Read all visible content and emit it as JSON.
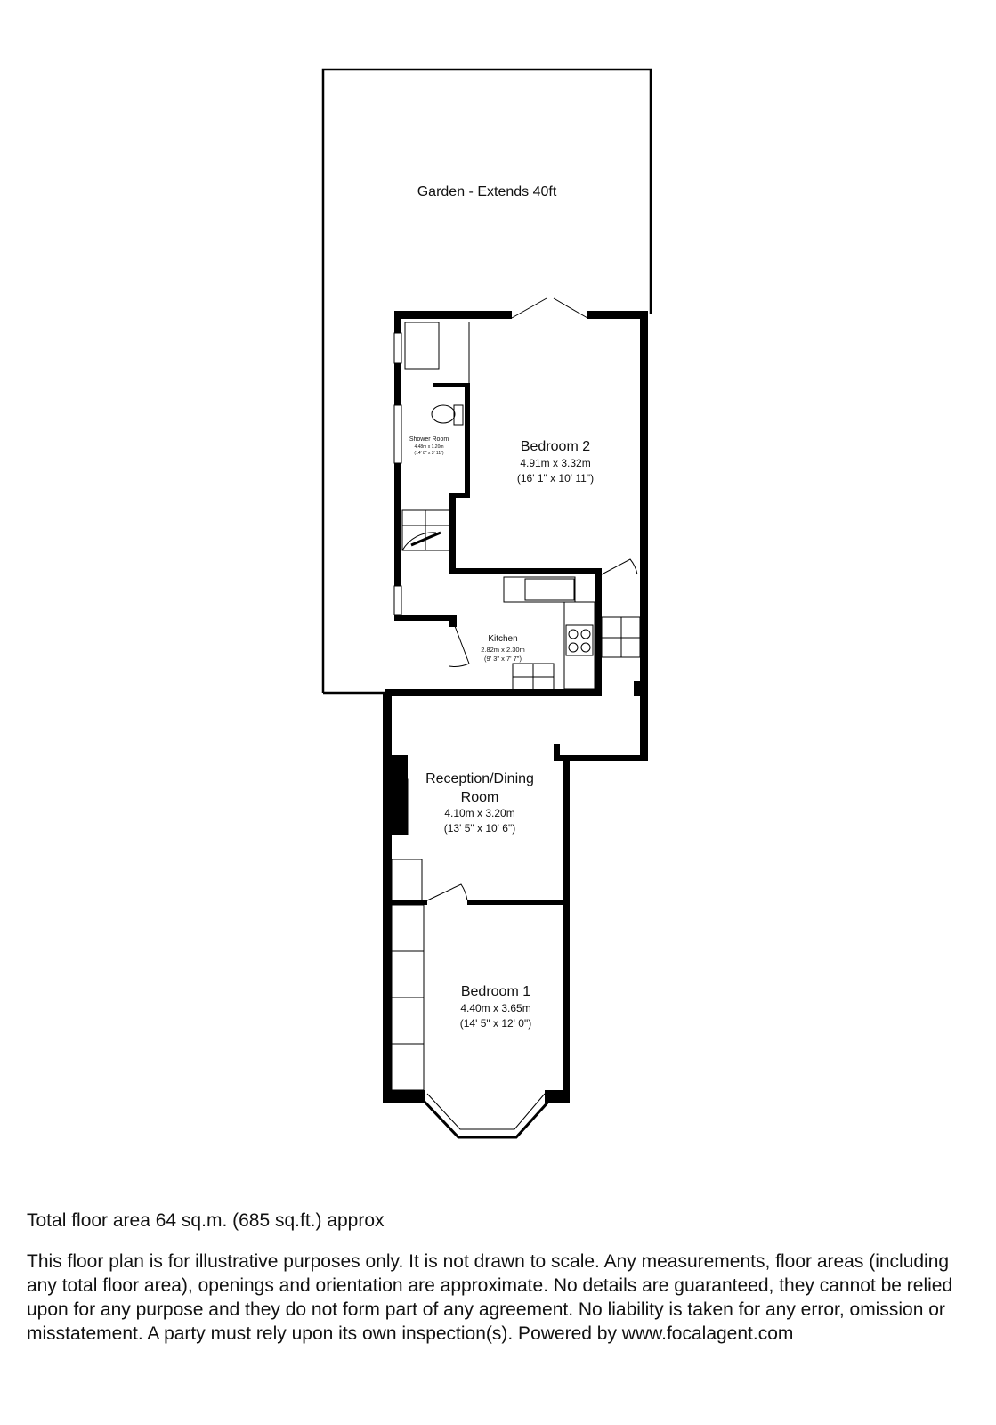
{
  "rooms": {
    "garden": {
      "name": "Garden - Extends 40ft"
    },
    "bedroom2": {
      "name": "Bedroom 2",
      "metric": "4.91m x 3.32m",
      "imperial": "(16' 1\" x 10' 11\")"
    },
    "shower_room": {
      "name": "Shower Room",
      "metric": "4.48m x 1.20m",
      "imperial": "(14' 8\" x 3' 11\")"
    },
    "kitchen": {
      "name": "Kitchen",
      "metric": "2.82m x 2.30m",
      "imperial": "(9' 3\" x 7' 7\")"
    },
    "reception": {
      "name_line1": "Reception/Dining",
      "name_line2": "Room",
      "metric": "4.10m x 3.20m",
      "imperial": "(13' 5\" x 10' 6\")"
    },
    "bedroom1": {
      "name": "Bedroom 1",
      "metric": "4.40m x 3.65m",
      "imperial": "(14' 5\" x 12' 0\")"
    }
  },
  "footer": {
    "total_area": "Total floor area 64 sq.m. (685 sq.ft.) approx",
    "disclaimer": "This floor plan is for illustrative purposes only. It is not drawn to scale. Any measurements, floor areas (including any total floor area), openings and orientation are approximate. No details are guaranteed, they cannot be relied upon for any purpose and they do not form part of any agreement. No liability is taken for any error, omission or misstatement. A party must rely upon its own inspection(s). Powered by www.focalagent.com"
  },
  "colors": {
    "wall": "#000000",
    "background": "#ffffff"
  }
}
